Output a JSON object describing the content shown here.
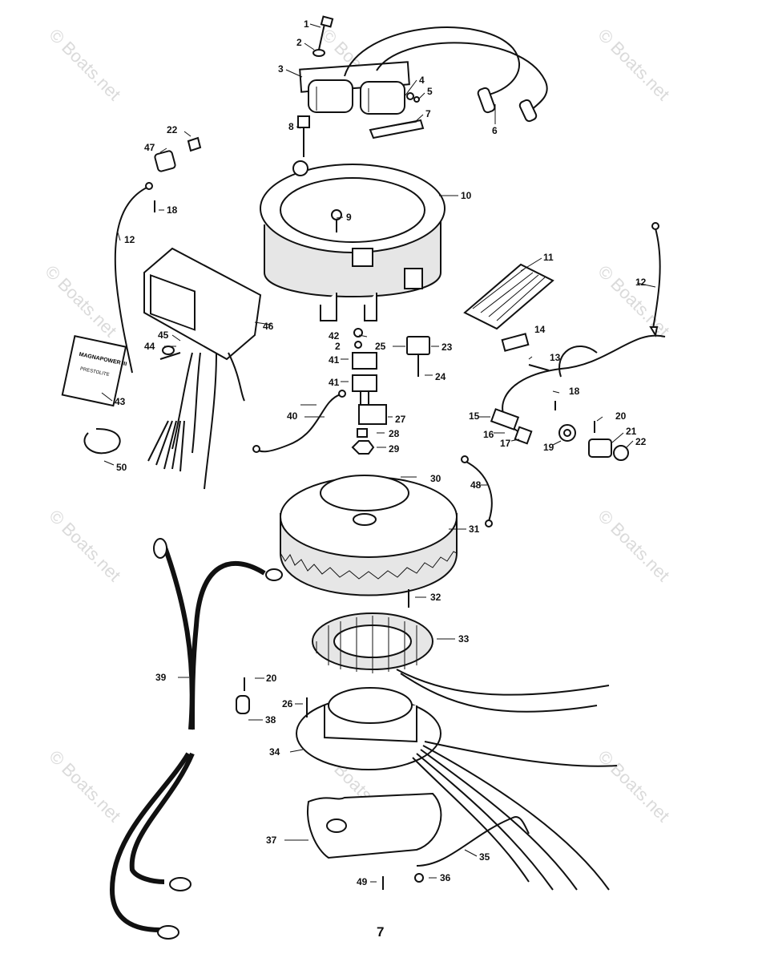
{
  "watermark": "© Boats.net",
  "page_number": "7",
  "labels": {
    "l1": "1",
    "l2a": "2",
    "l2b": "2",
    "l3": "3",
    "l4": "4",
    "l5": "5",
    "l6": "6",
    "l7": "7",
    "l8": "8",
    "l9": "9",
    "l10": "10",
    "l11": "11",
    "l12a": "12",
    "l12b": "12",
    "l13": "13",
    "l14": "14",
    "l15": "15",
    "l16": "16",
    "l17": "17",
    "l18a": "18",
    "l18b": "18",
    "l19": "19",
    "l20a": "20",
    "l20b": "20",
    "l21": "21",
    "l22a": "22",
    "l22b": "22",
    "l23": "23",
    "l24": "24",
    "l25": "25",
    "l26": "26",
    "l27": "27",
    "l28": "28",
    "l29": "29",
    "l30": "30",
    "l31": "31",
    "l32": "32",
    "l33": "33",
    "l34": "34",
    "l35": "35",
    "l36": "36",
    "l37": "37",
    "l38": "38",
    "l39": "39",
    "l40": "40",
    "l41a": "41",
    "l41b": "41",
    "l42": "42",
    "l43": "43",
    "l44": "44",
    "l45": "45",
    "l46": "46",
    "l47": "47",
    "l48": "48",
    "l49": "49",
    "l50": "50"
  },
  "decal_text": {
    "line1": "MAGNAPOWER III",
    "line2": "PRESTOLITE"
  },
  "colors": {
    "ink": "#111111",
    "watermark": "#bdbdbd"
  }
}
